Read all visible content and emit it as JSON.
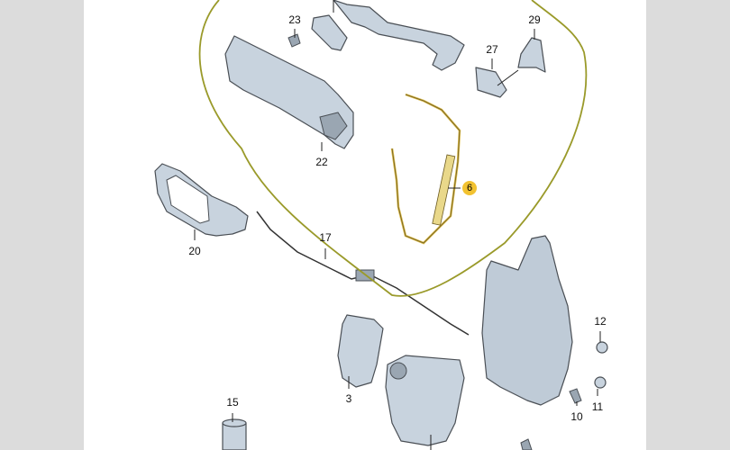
{
  "diagram": {
    "highlight_color": "#f2c230",
    "loop_color": "#9a9a2a",
    "labels": {
      "p23": "23",
      "p29": "29",
      "p27": "27",
      "p22": "22",
      "p6": "6",
      "p20": "20",
      "p17": "17",
      "p12": "12",
      "p3": "3",
      "p11": "11",
      "p10": "10",
      "p15": "15"
    }
  }
}
